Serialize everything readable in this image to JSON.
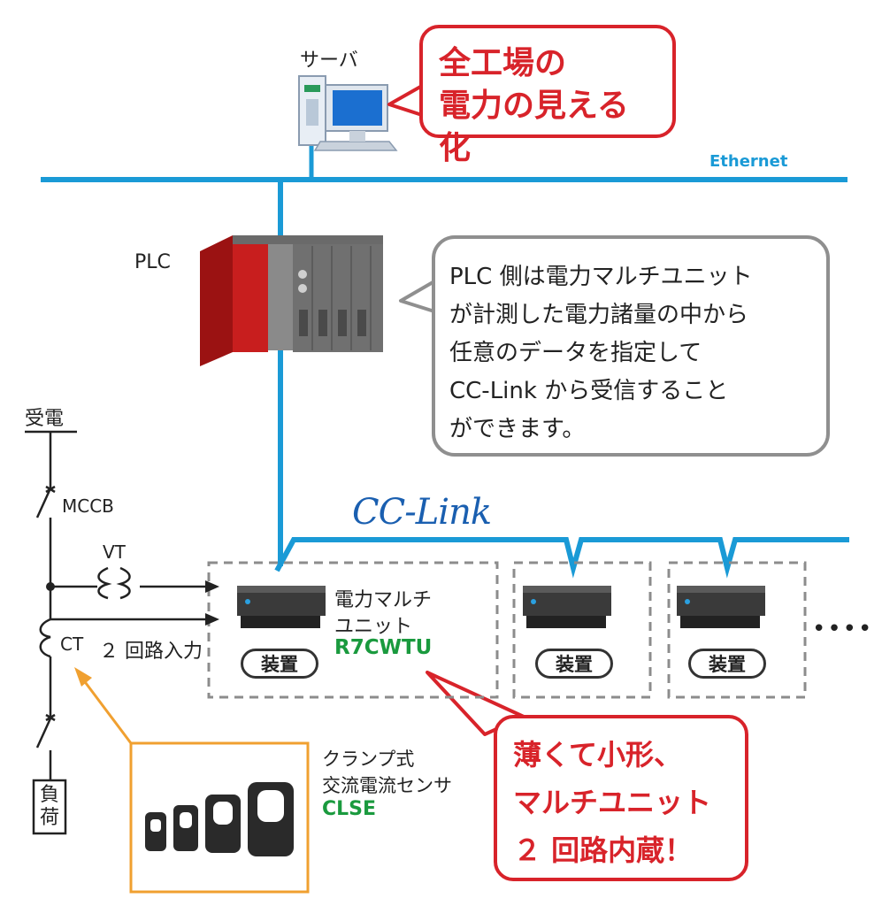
{
  "server": {
    "label": "サーバ"
  },
  "callout_top": {
    "line1": "全工場の",
    "line2": "電力の見える化"
  },
  "ethernet": {
    "label": "Ethernet"
  },
  "plc": {
    "label": "PLC"
  },
  "callout_plc": {
    "lines": [
      "PLC 側は電力マルチユニット",
      "が計測した電力諸量の中から",
      "任意のデータを指定して",
      "CC-Link から受信すること",
      "ができます。"
    ]
  },
  "cclink": {
    "logo_text": "CC-Link"
  },
  "circuit": {
    "receiving": "受電",
    "mccb": "MCCB",
    "vt": "VT",
    "ct": "CT",
    "two_circuit_input": "２ 回路入力",
    "load": "負荷"
  },
  "unit": {
    "line1": "電力マルチ",
    "line2": "ユニット",
    "model": "R7CWTU"
  },
  "device_label": "装置",
  "ellipsis": "••••",
  "sensor": {
    "line1": "クランプ式",
    "line2": "交流電流センサ",
    "model": "CLSE"
  },
  "callout_bottom": {
    "line1": "薄くて小形、",
    "line2": "マルチユニット",
    "line3": "２ 回路内蔵！"
  },
  "colors": {
    "network_blue": "#1a9ad6",
    "callout_red": "#d8232a",
    "model_green": "#1a9a3e",
    "sensor_orange": "#f0a030",
    "callout_grey": "#8f8f8f"
  }
}
